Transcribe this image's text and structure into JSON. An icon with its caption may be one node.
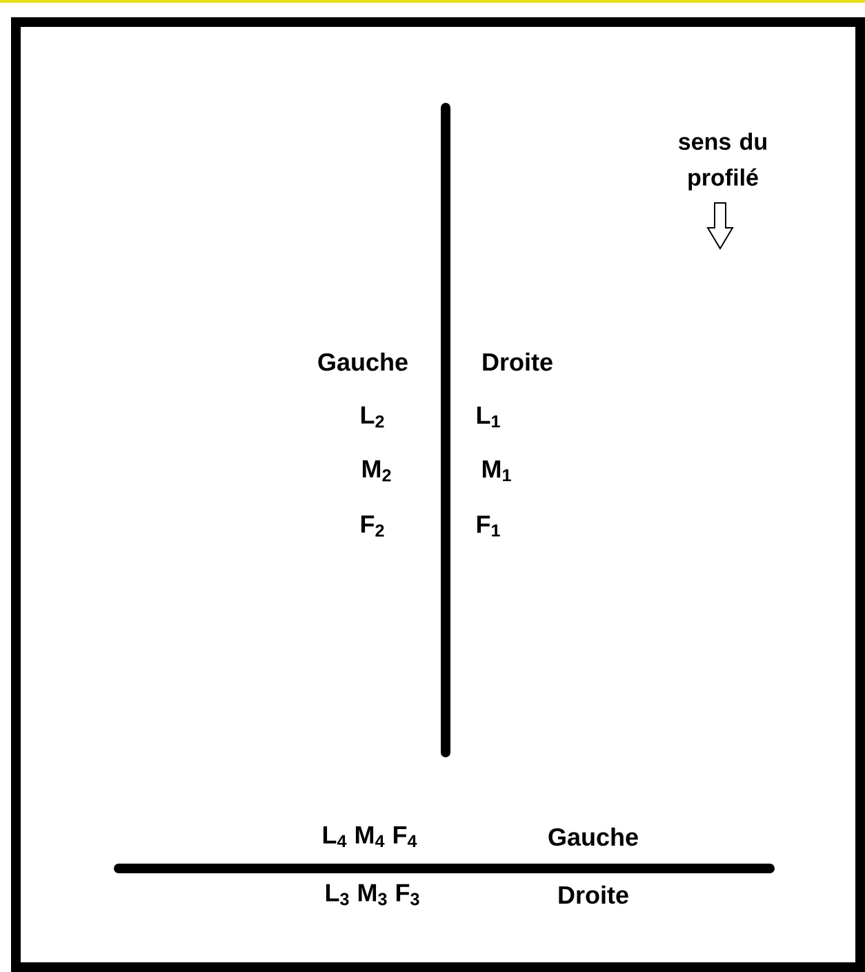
{
  "diagram": {
    "labels": [
      "sens du profilé",
      "Gauche",
      "Droite",
      "L$_{2}$",
      "L$_{1}$",
      "M$_{2}$",
      "M$_{1}$",
      "F$_{2}$",
      "F$_{1}$",
      "L$_{4}$ M$_{4}$ F$_{4}$",
      "Gauche",
      "L$_{3}$ M$_{3}$ F$_{3}$",
      "Droite"
    ]
  }
}
